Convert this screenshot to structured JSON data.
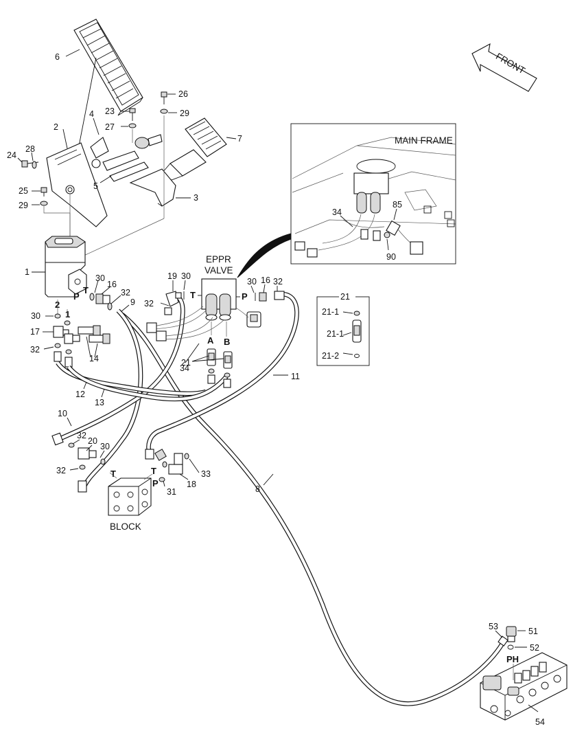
{
  "diagram": {
    "main_frame_inset": {
      "title": "MAIN FRAME",
      "callouts": [
        "34",
        "85",
        "90"
      ]
    },
    "detail_21": {
      "title": "21",
      "items": [
        "21-1",
        "21-1",
        "21-2"
      ]
    },
    "front_arrow": "FRONT",
    "eppr_valve_label": [
      "EPPR",
      "VALVE"
    ],
    "block_label": "BLOCK",
    "port_labels": {
      "p_left": "P",
      "t_left": "T",
      "t_valve": "T",
      "p_valve": "P",
      "a": "A",
      "b": "B",
      "two": "2",
      "one": "1",
      "t_block_1": "T",
      "t_block_2": "T",
      "p_block": "P",
      "ph": "PH"
    },
    "callouts": {
      "c6": "6",
      "c26": "26",
      "c23": "23",
      "c29a": "29",
      "c4": "4",
      "c27": "27",
      "c7": "7",
      "c2": "2",
      "c28": "28",
      "c24": "24",
      "c5": "5",
      "c3": "3",
      "c25": "25",
      "c29b": "29",
      "c1": "1",
      "c30a": "30",
      "c16a": "16",
      "c32a": "32",
      "c9": "9",
      "c19": "19",
      "c30b": "30",
      "c32b": "32",
      "c30c": "30",
      "c16b": "16",
      "c32c": "32",
      "c30d": "30",
      "c17": "17",
      "c32d": "32",
      "c14": "14",
      "c34": "34",
      "c21": "21",
      "c11": "11",
      "c12": "12",
      "c13": "13",
      "c10": "10",
      "c32e": "32",
      "c20": "20",
      "c30e": "30",
      "c32f": "32",
      "c33": "33",
      "c18": "18",
      "c31": "31",
      "c8": "8",
      "c53": "53",
      "c51": "51",
      "c52": "52",
      "c54": "54"
    }
  }
}
